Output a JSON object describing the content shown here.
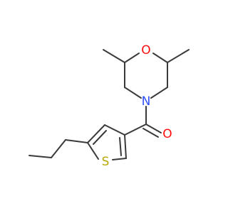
{
  "molecule": {
    "atoms": {
      "oxygen_ring": {
        "symbol": "O",
        "color": "#ff0d0d"
      },
      "nitrogen": {
        "symbol": "N",
        "color": "#3050f8"
      },
      "oxygen_carbonyl": {
        "symbol": "O",
        "color": "#ff0d0d"
      },
      "sulfur": {
        "symbol": "S",
        "color": "#b8a800"
      }
    },
    "bond_color": "#3a3a3a"
  }
}
